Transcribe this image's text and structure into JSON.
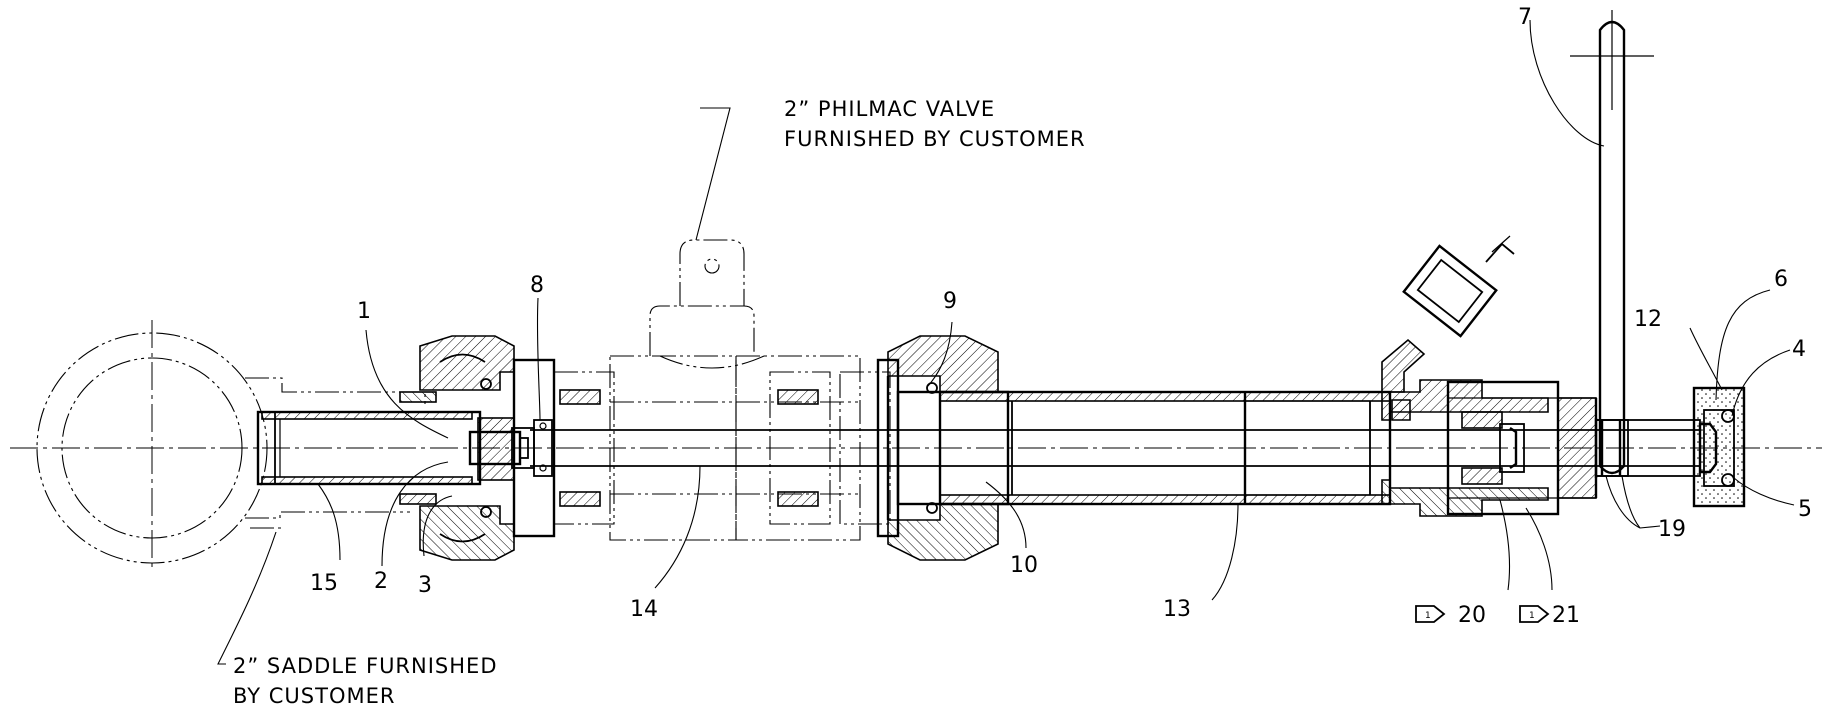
{
  "notes": {
    "valve_line1": "2” PHILMAC VALVE",
    "valve_line2": "FURNISHED BY CUSTOMER",
    "saddle_line1": "2” SADDLE FURNISHED",
    "saddle_line2": "BY CUSTOMER"
  },
  "balloons": {
    "b1": "1",
    "b2": "2",
    "b3": "3",
    "b4": "4",
    "b5": "5",
    "b6": "6",
    "b7": "7",
    "b8": "8",
    "b9": "9",
    "b10": "10",
    "b12": "12",
    "b13": "13",
    "b14": "14",
    "b15": "15",
    "b19": "19",
    "b20": "20",
    "b21": "21"
  },
  "flag_notes": {
    "f20": "1",
    "f21": "1"
  }
}
